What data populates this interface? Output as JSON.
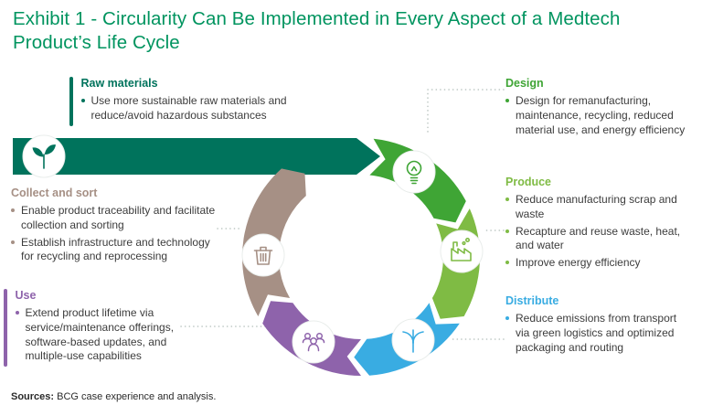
{
  "title": "Exhibit 1 - Circularity Can Be Implemented in Every Aspect of a Medtech Product’s Life Cycle",
  "colors": {
    "title": "#00945F",
    "body_text": "#3C3C3C",
    "connector": "#B9C4C0",
    "background": "#FFFFFF"
  },
  "sections": {
    "raw_materials": {
      "label": "Raw materials",
      "color": "#00735C",
      "icon": "seedling-icon",
      "bullets": [
        "Use more sustainable raw materials and reduce/avoid hazardous substances"
      ]
    },
    "design": {
      "label": "Design",
      "color": "#3FA535",
      "icon": "lightbulb-icon",
      "bullets": [
        "Design for remanufacturing, maintenance, recycling, reduced material use, and energy efficiency"
      ]
    },
    "produce": {
      "label": "Produce",
      "color": "#7FBB44",
      "icon": "factory-icon",
      "bullets": [
        "Reduce manufacturing scrap and waste",
        "Recapture and reuse waste, heat, and water",
        "Improve energy efficiency"
      ]
    },
    "distribute": {
      "label": "Distribute",
      "color": "#39ACE2",
      "icon": "branch-icon",
      "bullets": [
        "Reduce emissions from transport via green logistics and optimized packaging and routing"
      ]
    },
    "use": {
      "label": "Use",
      "color": "#8E63AB",
      "icon": "people-icon",
      "bullets": [
        "Extend product lifetime via service/maintenance offerings, software-based updates, and multiple-use capabilities"
      ]
    },
    "collect": {
      "label": "Collect and sort",
      "color": "#A69085",
      "icon": "trash-icon",
      "bullets": [
        "Enable product traceability and facilitate collection and sorting",
        "Establish infrastructure and technology for recycling and reprocessing"
      ]
    }
  },
  "sources": {
    "label": "Sources:",
    "text": "BCG case experience and analysis."
  }
}
